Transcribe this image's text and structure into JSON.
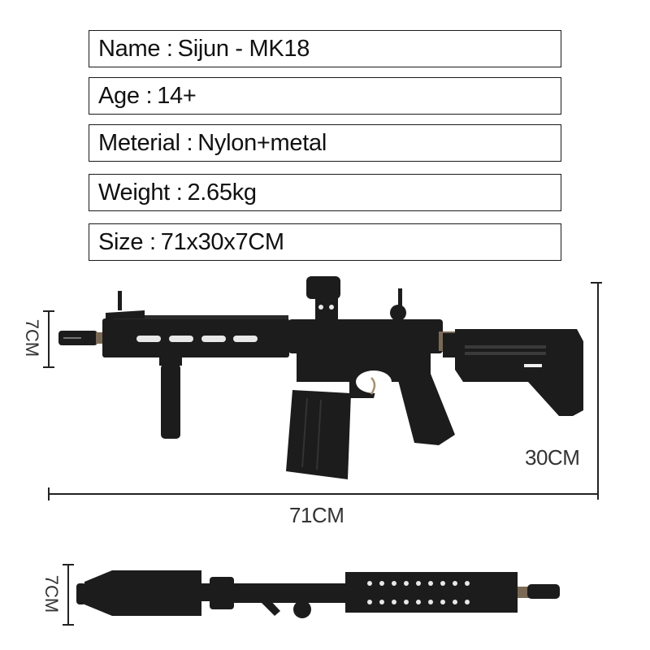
{
  "specs": [
    {
      "label": "Name :",
      "value": "Sijun - MK18"
    },
    {
      "label": "Age :",
      "value": "14+"
    },
    {
      "label": "Meterial :",
      "value": "Nylon+metal"
    },
    {
      "label": "Weight :",
      "value": "2.65kg"
    },
    {
      "label": "Size :",
      "value": "71x30x7CM"
    }
  ],
  "dimensions": {
    "length": "71CM",
    "height": "30CM",
    "width_side": "7CM",
    "width_top": "7CM"
  },
  "colors": {
    "gun_body": "#1c1c1c",
    "gun_highlight": "#3a3a3a",
    "barrel_bronze": "#7a6a55",
    "line": "#222222"
  }
}
